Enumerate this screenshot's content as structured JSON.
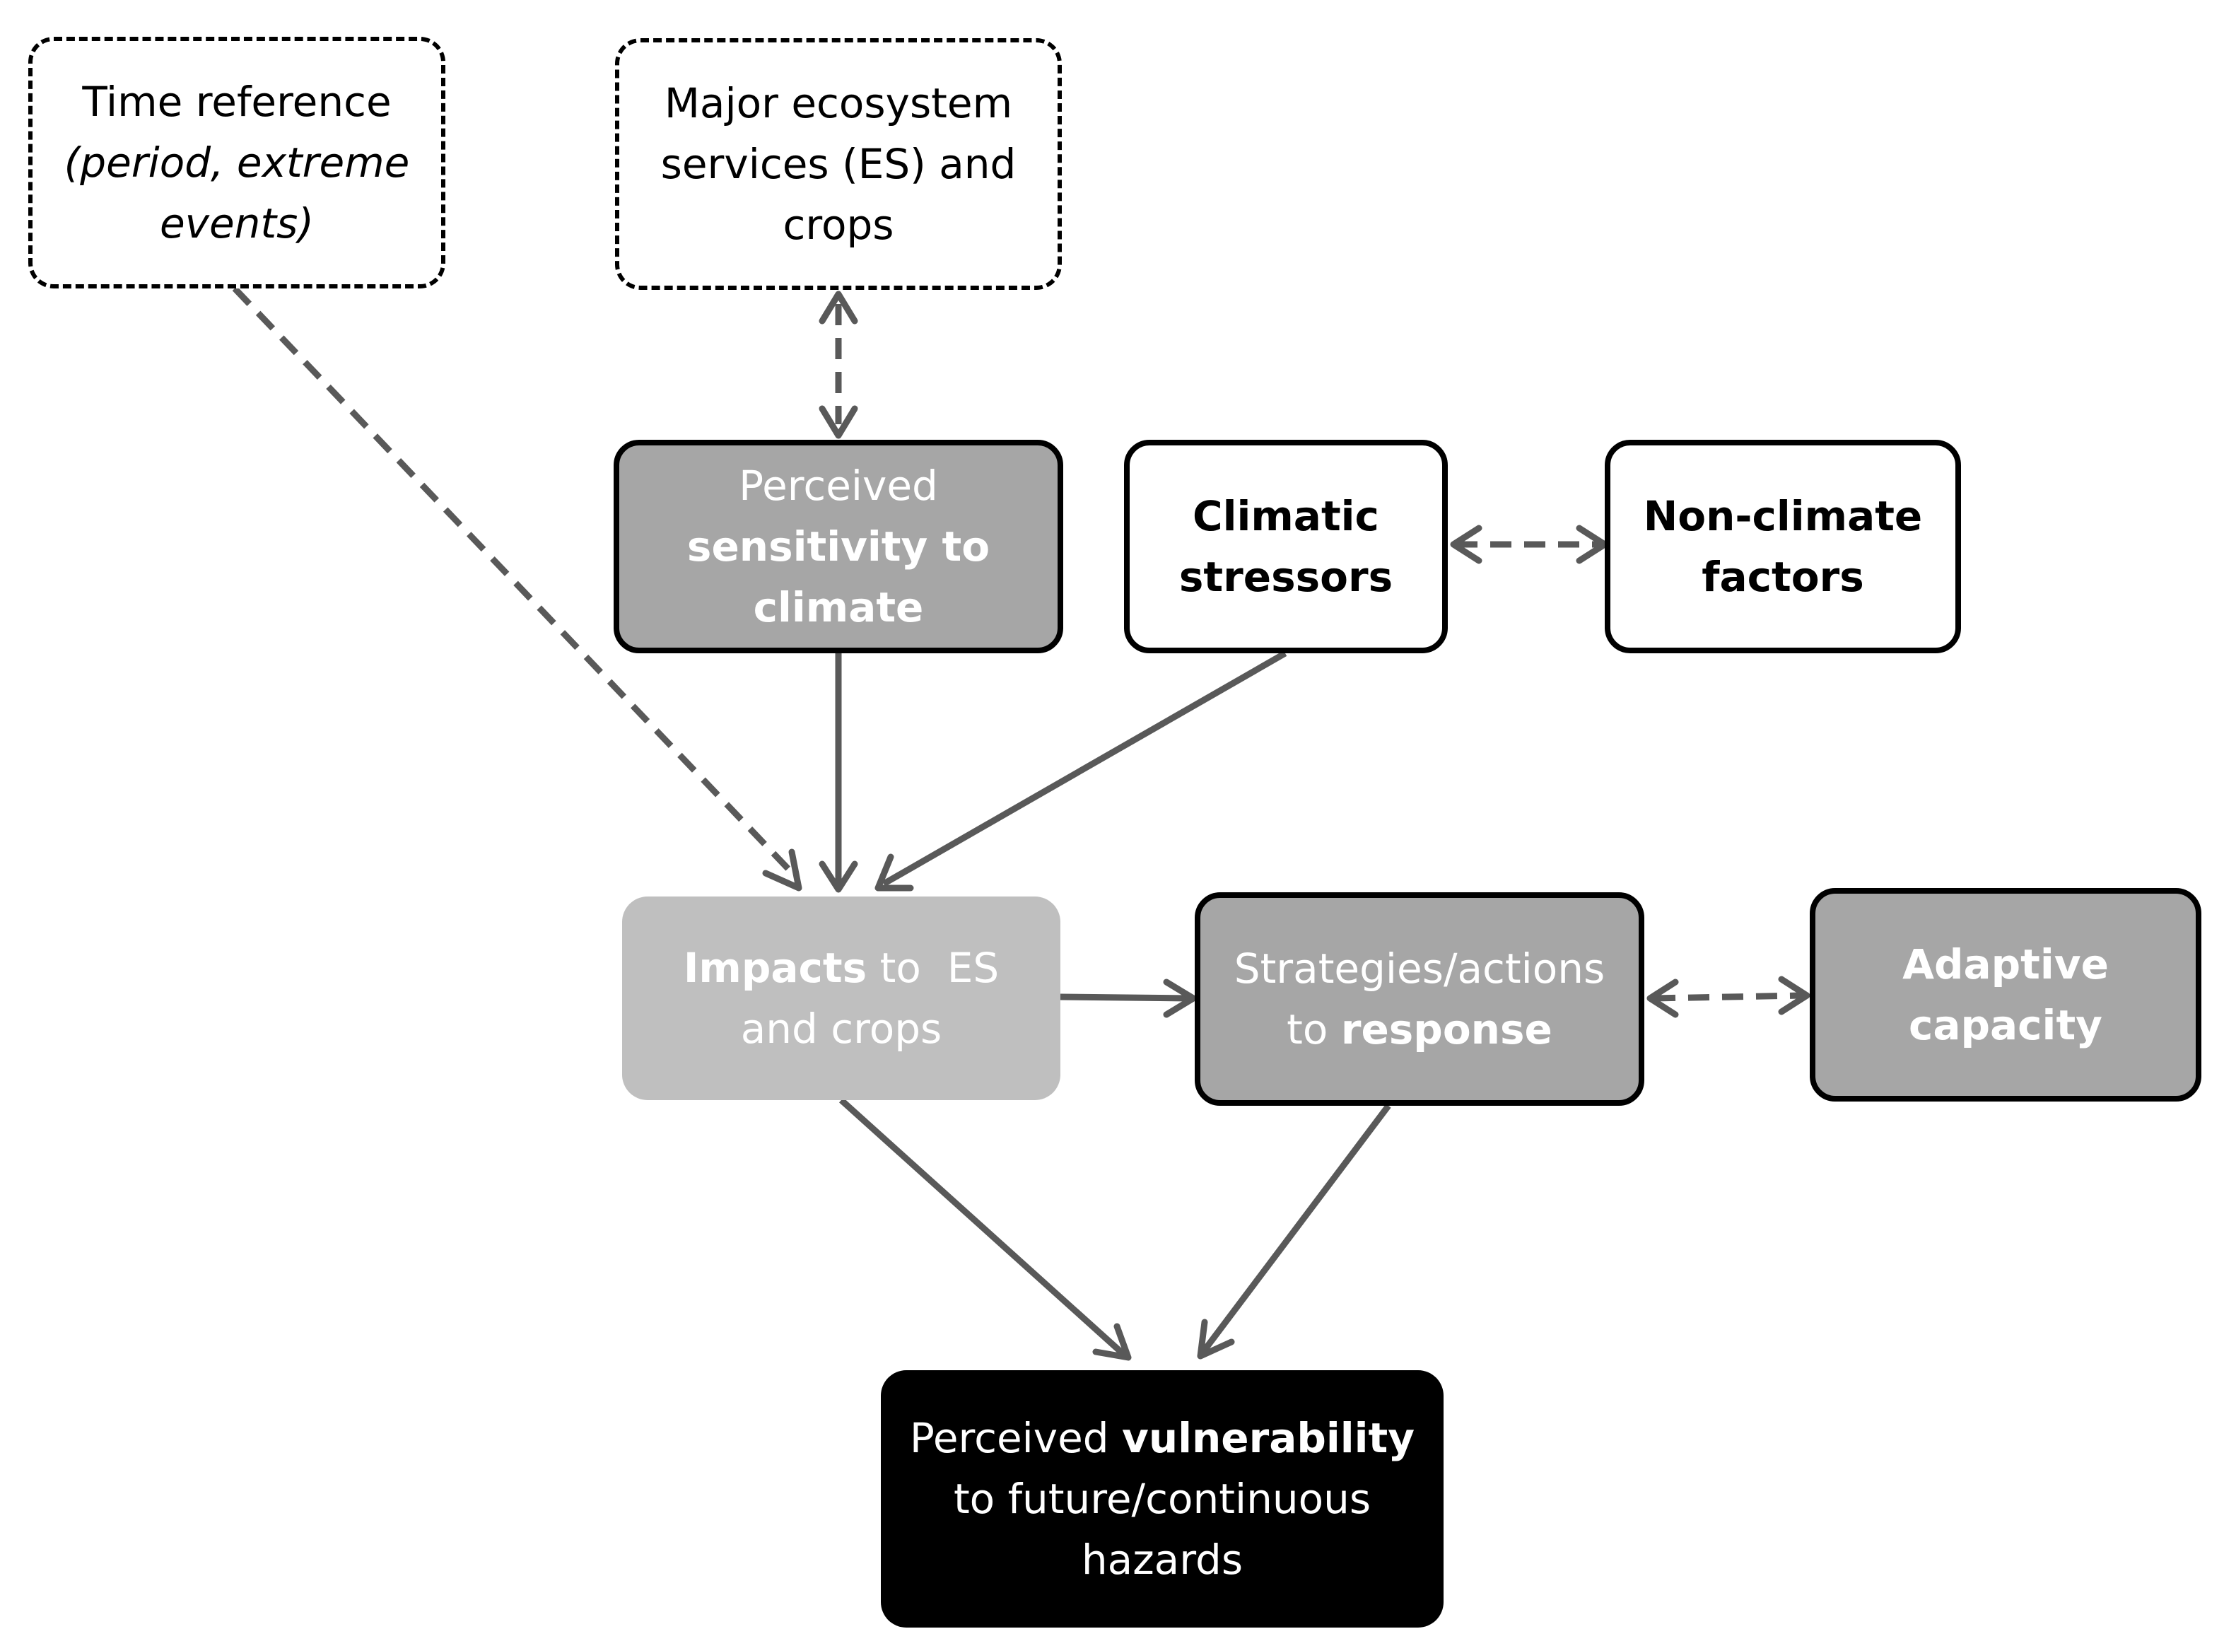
{
  "nodes": {
    "time": {
      "line1": "Time reference",
      "line2": "(period, extreme",
      "line3": "events)"
    },
    "es": {
      "line1": "Major ecosystem",
      "line2": "services  (ES) and",
      "line3": "crops"
    },
    "sensitivity": {
      "line1": "Perceived",
      "line2": "sensitivity to",
      "line3": "climate"
    },
    "climatic": {
      "line1": "Climatic",
      "line2": "stressors"
    },
    "nonclimate": {
      "line1": "Non-climate",
      "line2": "factors"
    },
    "impacts": {
      "bold": "Impacts",
      "rest": " to  ES",
      "line2": "and crops"
    },
    "strategies": {
      "line1": "Strategies/actions",
      "pre": "to ",
      "bold": "response"
    },
    "adaptive": {
      "line1": "Adaptive",
      "line2": "capacity"
    },
    "vulnerability": {
      "pre": "Perceived ",
      "bold": "vulnerability",
      "line2": "to future/continuous",
      "line3": "hazards"
    }
  },
  "edges": [
    {
      "from": "time",
      "to": "impacts",
      "style": "dashed",
      "arrow": "end"
    },
    {
      "from": "es",
      "to": "sensitivity",
      "style": "dashed",
      "arrow": "both"
    },
    {
      "from": "sensitivity",
      "to": "impacts",
      "style": "solid",
      "arrow": "end"
    },
    {
      "from": "climatic",
      "to": "impacts",
      "style": "solid",
      "arrow": "end"
    },
    {
      "from": "climatic",
      "to": "nonclimate",
      "style": "dashed",
      "arrow": "both"
    },
    {
      "from": "impacts",
      "to": "strategies",
      "style": "solid",
      "arrow": "end"
    },
    {
      "from": "strategies",
      "to": "adaptive",
      "style": "dashed",
      "arrow": "both"
    },
    {
      "from": "impacts",
      "to": "vulnerability",
      "style": "solid",
      "arrow": "end"
    },
    {
      "from": "strategies",
      "to": "vulnerability",
      "style": "solid",
      "arrow": "end"
    }
  ],
  "colors": {
    "edge": "#595959",
    "node_grey": "#a6a6a6",
    "node_light": "#bfbfbf",
    "node_black": "#000000",
    "node_white": "#ffffff"
  }
}
